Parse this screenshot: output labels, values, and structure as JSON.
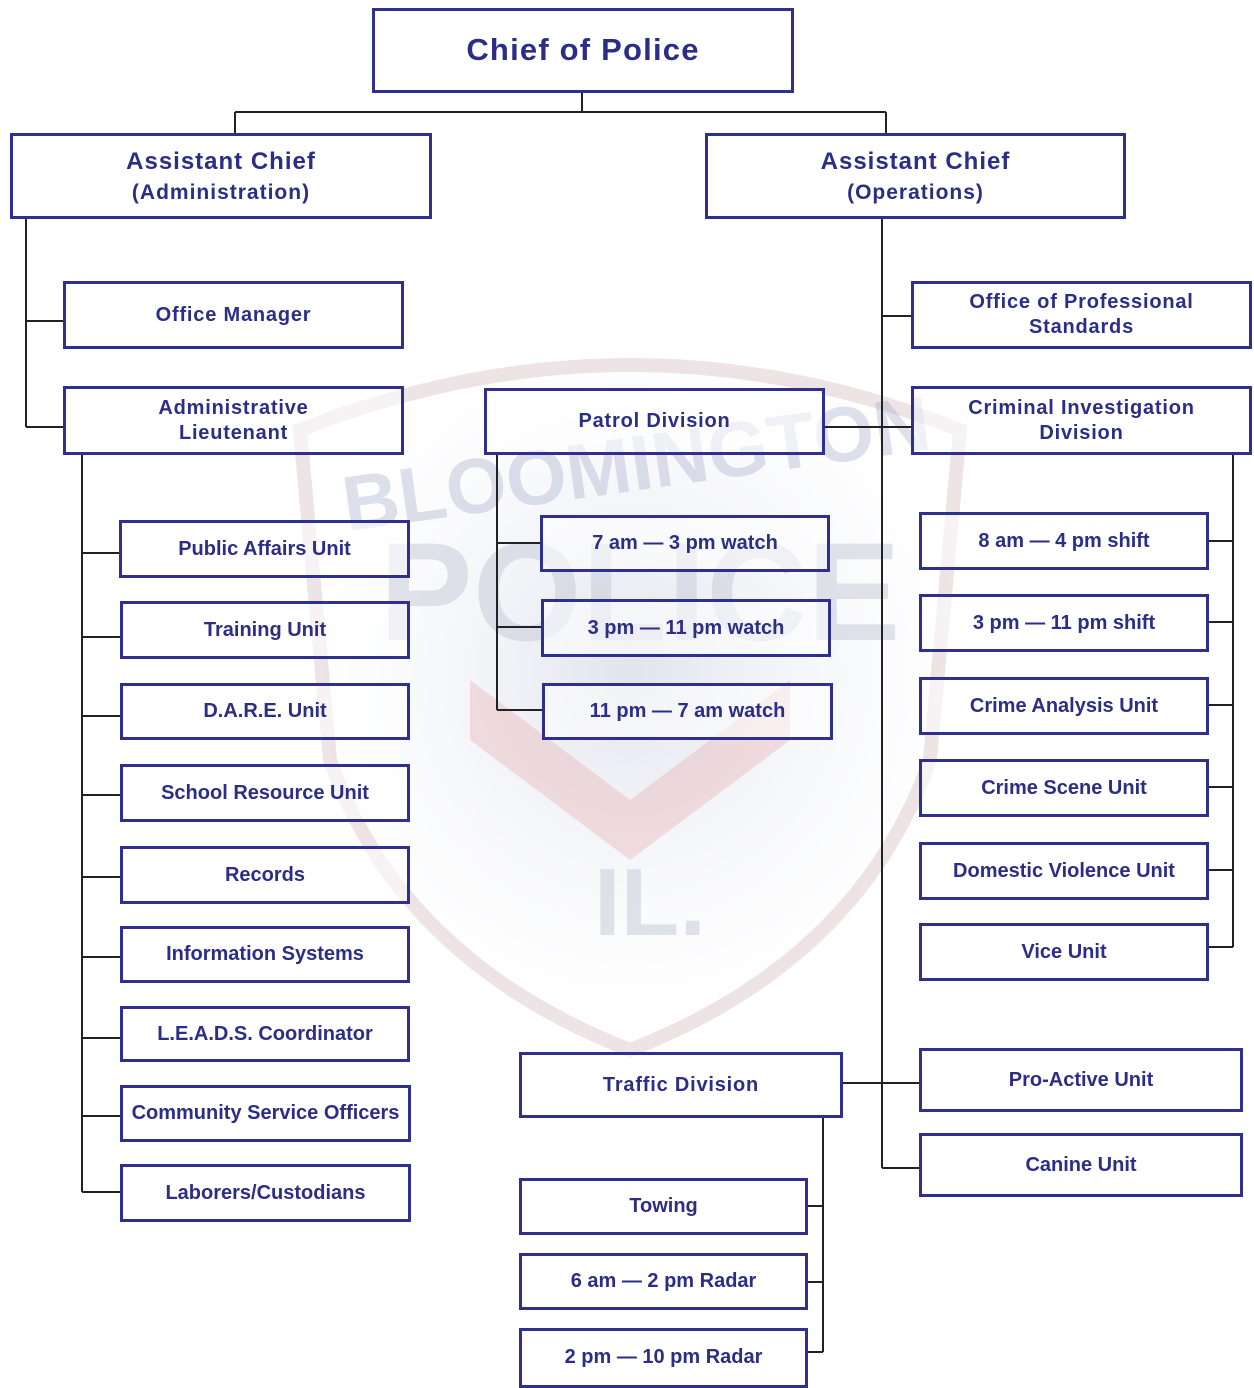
{
  "colors": {
    "box_border": "#2e2f8e",
    "text": "#2b2d86",
    "lines": "#222222",
    "watermark_blue": "#8a92b8",
    "watermark_red": "#d98b8b"
  },
  "watermark": {
    "top_text": "BLOOMINGTON",
    "middle_text": "POLICE",
    "bottom_text": "IL."
  },
  "chief": {
    "title": "Chief of Police"
  },
  "admin": {
    "title": "Assistant Chief",
    "subtitle": "(Administration)",
    "office_manager": "Office Manager",
    "lieutenant": {
      "line1": "Administrative",
      "line2": "Lieutenant"
    },
    "units": [
      "Public Affairs Unit",
      "Training Unit",
      "D.A.R.E. Unit",
      "School Resource Unit",
      "Records",
      "Information Systems",
      "L.E.A.D.S. Coordinator",
      "Community Service Officers",
      "Laborers/Custodians"
    ]
  },
  "patrol": {
    "title": "Patrol Division",
    "watches": [
      "7 am — 3 pm watch",
      "3 pm — 11 pm watch",
      "11 pm — 7 am watch"
    ]
  },
  "traffic": {
    "title": "Traffic Division",
    "units": [
      "Towing",
      "6 am — 2 pm Radar",
      "2 pm — 10 pm Radar"
    ]
  },
  "ops": {
    "title": "Assistant Chief",
    "subtitle": "(Operations)",
    "ops_standards": {
      "line1": "Office of Professional",
      "line2": "Standards"
    },
    "cid": {
      "line1": "Criminal Investigation",
      "line2": "Division",
      "units": [
        "8 am — 4 pm shift",
        "3 pm — 11 pm shift",
        "Crime Analysis Unit",
        "Crime Scene Unit",
        "Domestic Violence Unit",
        "Vice Unit"
      ]
    },
    "proactive": "Pro-Active Unit",
    "canine": "Canine Unit"
  }
}
